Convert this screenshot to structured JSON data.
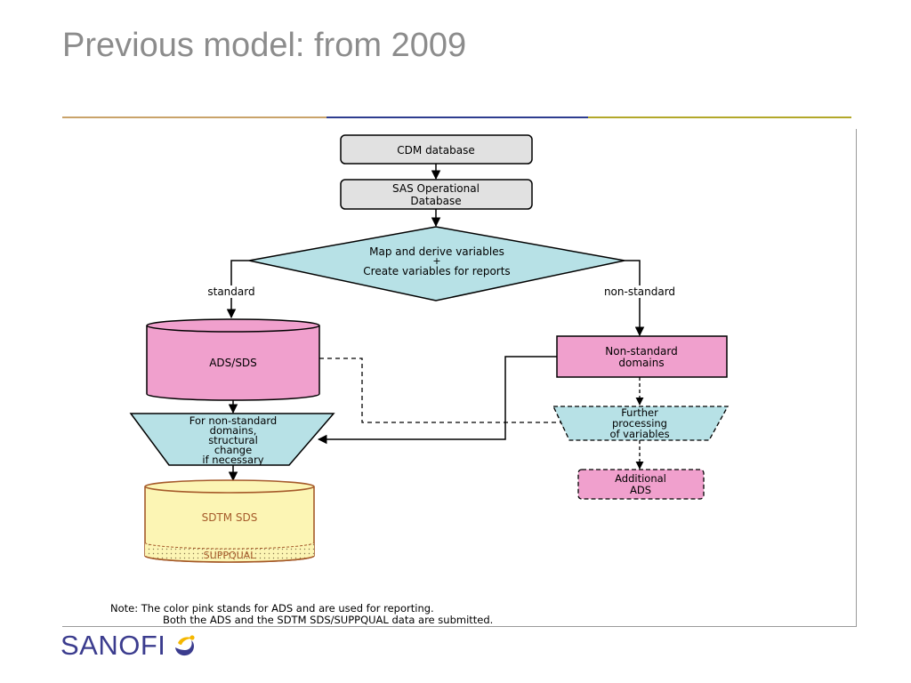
{
  "slide": {
    "title": "Previous model: from 2009"
  },
  "colors": {
    "title": "#8c8c8c",
    "pink": "#f0a0cd",
    "cyan": "#b7e1e6",
    "yellow": "#fcf5b4",
    "gray": "#e1e1e1",
    "brand": "#3b3c8e"
  },
  "diagram": {
    "cdm_database": "CDM database",
    "sas_operational_line1": "SAS Operational",
    "sas_operational_line2": "Database",
    "decision_line1": "Map and derive variables",
    "decision_line2": "+",
    "decision_line3": "Create variables for reports",
    "label_standard": "standard",
    "label_non_standard": "non-standard",
    "ads_sds": "ADS/SDS",
    "nonstd_domains_line1": "Non-standard",
    "nonstd_domains_line2": "domains",
    "structural_line1": "For non-standard",
    "structural_line2": "domains,",
    "structural_line3": "structural",
    "structural_line4": "change",
    "structural_line5": "if necessary",
    "further_line1": "Further",
    "further_line2": "processing",
    "further_line3": "of variables",
    "additional_line1": "Additional",
    "additional_line2": "ADS",
    "sdtm_sds": "SDTM SDS",
    "suppqual": "SUPPQUAL",
    "note_line1": "Note:  The color pink stands for ADS and are used for reporting.",
    "note_line2": "Both the ADS  and the SDTM SDS/SUPPQUAL data are submitted."
  },
  "logo": {
    "text": "SANOFI",
    "icon": "sanofi-bird-icon"
  }
}
